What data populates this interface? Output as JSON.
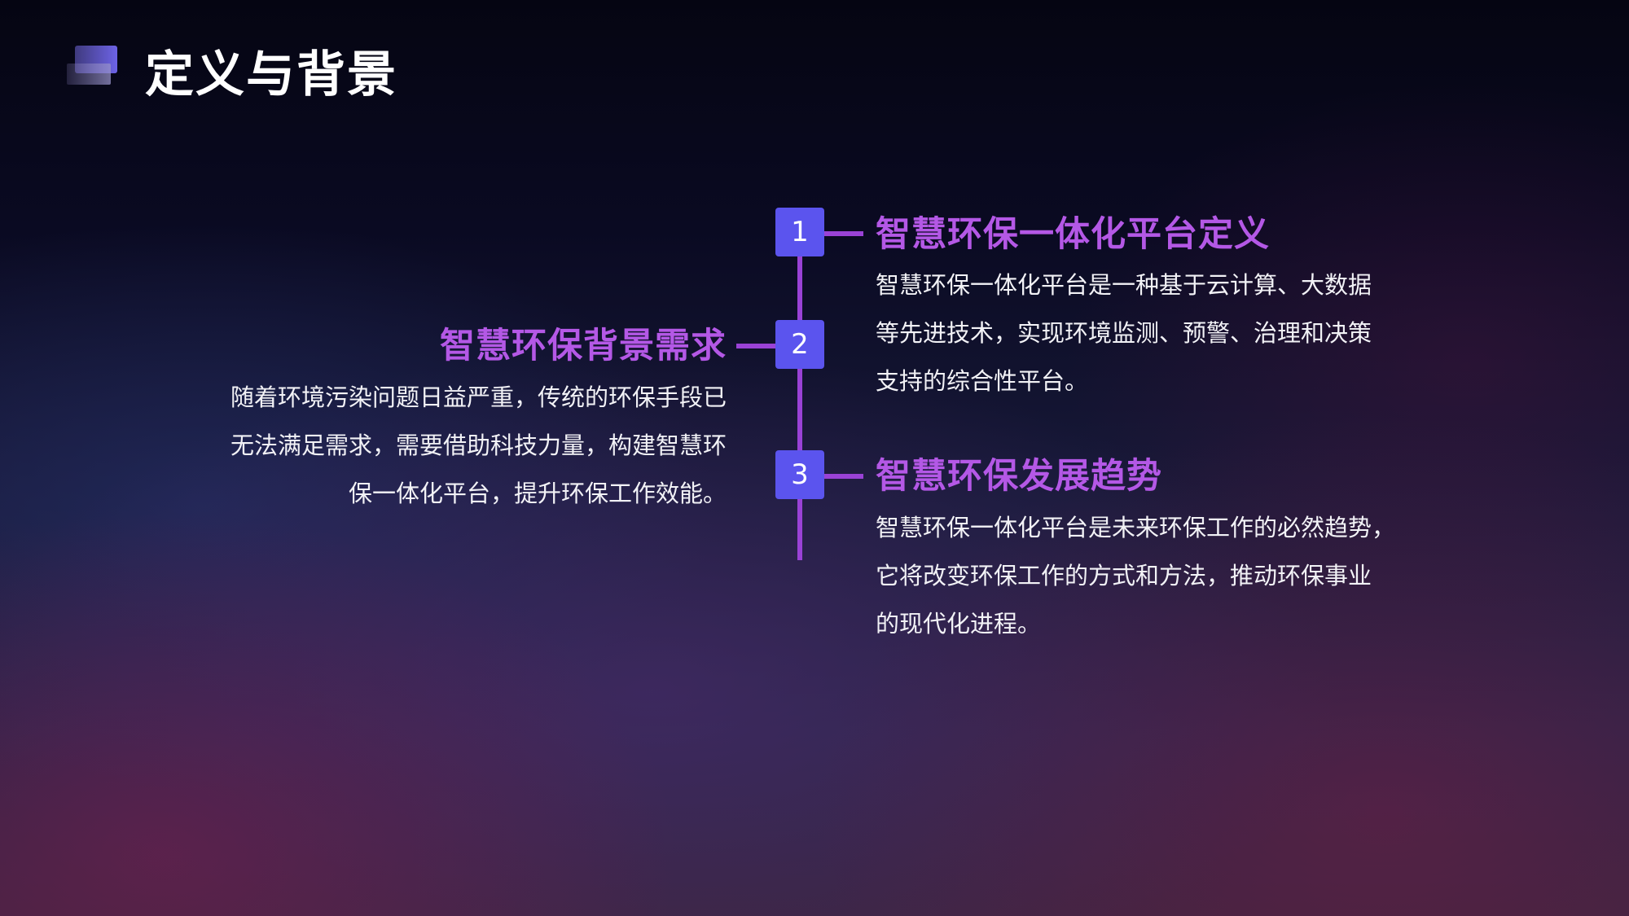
{
  "page": {
    "title": "定义与背景"
  },
  "colors": {
    "accent_purple": "#b458e6",
    "line_purple": "#9a42d6",
    "badge_blue": "#5b54ee",
    "text_white": "#f2f2f6"
  },
  "items": [
    {
      "number": "1",
      "heading": "智慧环保一体化平台定义",
      "lines": [
        "智慧环保一体化平台是一种基于云计算、大数据",
        "等先进技术，实现环境监测、预警、治理和决策",
        "支持的综合性平台。"
      ]
    },
    {
      "number": "2",
      "heading": "智慧环保背景需求",
      "lines": [
        "随着环境污染问题日益严重，传统的环保手段已",
        "无法满足需求，需要借助科技力量，构建智慧环",
        "保一体化平台，提升环保工作效能。"
      ]
    },
    {
      "number": "3",
      "heading": "智慧环保发展趋势",
      "lines": [
        "智慧环保一体化平台是未来环保工作的必然趋势，",
        "它将改变环保工作的方式和方法，推动环保事业",
        "的现代化进程。"
      ]
    }
  ]
}
